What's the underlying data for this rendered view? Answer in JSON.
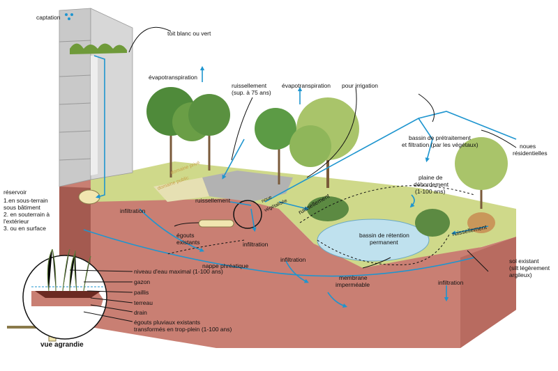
{
  "colors": {
    "soil": "#c97f73",
    "soil_dark": "#a45a50",
    "grass": "#cfd98a",
    "building": "#c9c9c9",
    "water": "#1e95cf",
    "pond": "#bfe1ee",
    "road": "#b2b2b2",
    "domaine_text": "#c8a04a"
  },
  "labels": {
    "captation": "captation",
    "toit": "toit blanc ou vert",
    "evapo_left": "évapotranspiration",
    "ruissellement_sup_1": "ruissellement",
    "ruissellement_sup_2": "(sup. à 75 ans)",
    "evapo_right": "évapotranspiration",
    "irrigation": "pour irrigation",
    "pretraitement_1": "bassin de prétraitement",
    "pretraitement_2": "et filtration (par les végétaux)",
    "noues_1": "noues",
    "noues_2": "résidentielles",
    "domaine_prive": "domaine privé",
    "domaine_public": "domaine public",
    "plaine_1": "plaine de",
    "plaine_2": "débordement",
    "plaine_3": "(1-100 ans)",
    "reservoir_1": "réservoir",
    "reservoir_2": "1.en sous-terrain",
    "reservoir_3": "sous bâtiment",
    "reservoir_4": "2. en souterrain à",
    "reservoir_5": "l'extérieur",
    "reservoir_6": "3. ou en surface",
    "ruissellement_road": "ruissellement",
    "noue_vert_1": "noue",
    "noue_vert_2": "végétalisée",
    "ruissellement_diag": "ruissellement",
    "infiltration_1": "infiltration",
    "egouts_1": "égouts",
    "egouts_2": "existants",
    "infiltration_2": "infiltration",
    "bassin_1": "bassin de rétention",
    "bassin_2": "permanent",
    "ruissellement_right": "ruissellement",
    "sol_1": "sol existant",
    "sol_2": "(silt légèrement",
    "sol_3": "argileux)",
    "nappe": "nappe phréatique",
    "infiltration_3": "infiltration",
    "membrane_1": "membrane",
    "membrane_2": "imperméable",
    "infiltration_4": "infiltration",
    "niveau": "niveau d'eau maximal (1-100 ans)",
    "gazon": "gazon",
    "paillis": "paillis",
    "terreau": "terreau",
    "drain": "drain",
    "egouts_pluv_1": "égouts pluviaux existants",
    "egouts_pluv_2": "transformés en trop-plein (1-100 ans)",
    "vue": "vue agrandie"
  }
}
